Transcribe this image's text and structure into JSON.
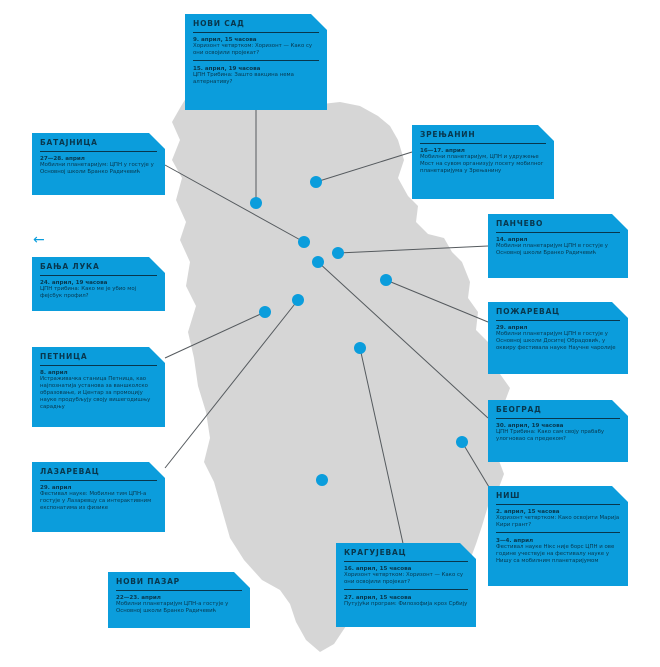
{
  "colors": {
    "accent": "#0b9ddc",
    "map": "#d6d6d6",
    "text": "#08374d",
    "line": "#555a5e"
  },
  "back_arrow": {
    "icon": "arrow-left-icon",
    "glyph": "←"
  },
  "cards": [
    {
      "id": "novi-sad",
      "city": "НОВИ САД",
      "events": [
        {
          "date": "9. април, 15 часова",
          "desc": "Хоризонт четвртком: Хоризонт — Како су они освојили пројекат?"
        },
        {
          "date": "15. април, 19 часова",
          "desc": "ЦПН Трибина: Зашто вакцина нема алтернативу?"
        }
      ]
    },
    {
      "id": "batajnica",
      "city": "БАТАЈНИЦА",
      "events": [
        {
          "date": "27—28. април",
          "desc": "Мобилни планетаријум: ЦПН у гостује у Основној школи Бранко Радичевић"
        }
      ]
    },
    {
      "id": "zrenjanin",
      "city": "ЗРЕЊАНИН",
      "events": [
        {
          "date": "16—17. април",
          "desc": "Мобилни планетаријум, ЦПН и удружење Мост на сувом организују посету мобилног планетаријума у Зрењанину"
        }
      ]
    },
    {
      "id": "pancevo",
      "city": "ПАНЧЕВО",
      "events": [
        {
          "date": "14. април",
          "desc": "Мобилни планетаријум ЦПН в гостује у Основној школи Бранко Радичевић"
        }
      ]
    },
    {
      "id": "banja-luka",
      "city": "БАЊА ЛУКА",
      "events": [
        {
          "date": "24. април, 19 часова",
          "desc": "ЦПН трибина: Како ме је убио мој фејсбук профил?"
        }
      ]
    },
    {
      "id": "pozarevac",
      "city": "ПОЖАРЕВАЦ",
      "events": [
        {
          "date": "29. април",
          "desc": "Мобилни планетаријум ЦПН в гостује у Основној школи Доситеј Обрадовић, у оквиру фестивала науке Научне чаролије"
        }
      ]
    },
    {
      "id": "petnica",
      "city": "ПЕТНИЦА",
      "events": [
        {
          "date": "8. април",
          "desc": "Истраживачка станица Петница, као најпознатија установа за ваншколско образовање, и Центар за промоцију науке продубљују своју вишегодишњу сарадњу"
        }
      ]
    },
    {
      "id": "beograd",
      "city": "БЕОГРАД",
      "events": [
        {
          "date": "30. април, 19 часова",
          "desc": "ЦПН Трибина: Како сам своју прабабу улогновао са предеком?"
        }
      ]
    },
    {
      "id": "lazarevac",
      "city": "ЛАЗАРЕВАЦ",
      "events": [
        {
          "date": "29. април",
          "desc": "Фестивал науке: Мобилни тим ЦПН-а гостује у Лазаревцу са интерактивним експонатима из физике"
        }
      ]
    },
    {
      "id": "nis",
      "city": "НИШ",
      "events": [
        {
          "date": "2. април, 15 часова",
          "desc": "Хоризонт четвртком: Како освојити Марија Кири грант?"
        },
        {
          "date": "3—4. април",
          "desc": "Фестивал науке Нікс није борс ЦПН и ове године учествује на фестивалу науке у Нишу са мобилним планетаријумом"
        }
      ]
    },
    {
      "id": "novi-pazar",
      "city": "НОВИ ПАЗАР",
      "events": [
        {
          "date": "22—23. април",
          "desc": "Мобилни планетаријум ЦПН-а гостује у Основној школи Бранко Радичевић"
        }
      ]
    },
    {
      "id": "kragujevac",
      "city": "КРАГУЈЕВАЦ",
      "events": [
        {
          "date": "16. април, 15 часова",
          "desc": "Хоризонт четвртком: Хоризонт — Како су они освојили пројекат?"
        },
        {
          "date": "27. април, 15 часова",
          "desc": "Путујући програм: Филозофија кроз Србију"
        }
      ]
    }
  ]
}
